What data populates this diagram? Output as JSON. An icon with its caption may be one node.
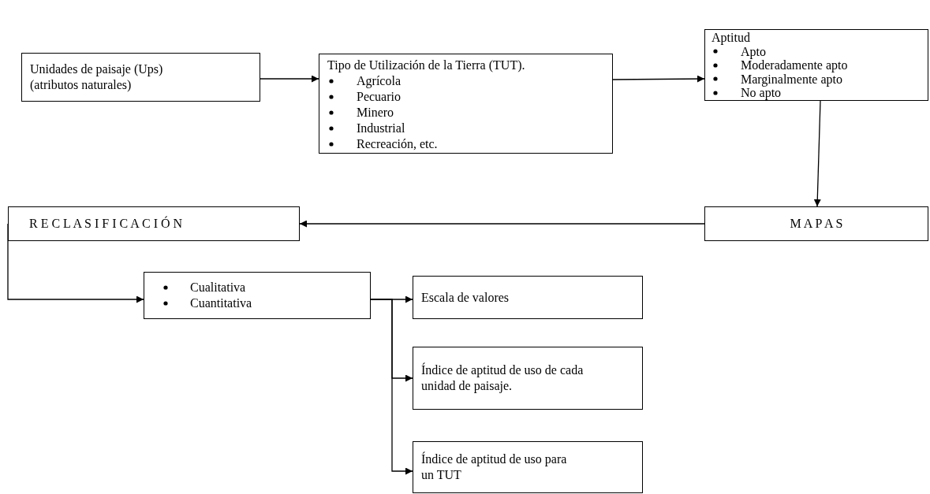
{
  "diagram": {
    "nodes": [
      {
        "text": [
          "Unidades de paisaje (Ups) (atributos naturales)"
        ]
      },
      {
        "text": [
          "Tipo de Utilización de la Tierra (TUT).",
          "Agrícola",
          "Pecuario",
          "Minero",
          "Industrial",
          "Recreación, etc."
        ]
      },
      {
        "text": [
          "Aptitud",
          "Apto",
          "Moderadamente apto",
          "Marginalmente apto",
          "No apto"
        ]
      },
      {
        "text": [
          "M A P A S"
        ]
      },
      {
        "text": [
          "R E C L A S I F I C A C I Ó N"
        ]
      },
      {
        "text": [
          "Cualitativa",
          "Cuantitativa"
        ]
      },
      {
        "text": [
          "Escala de valores"
        ]
      },
      {
        "text": [
          "Índice de aptitud de uso de cada unidad de paisaje."
        ]
      },
      {
        "text": [
          "Índice de aptitud de uso para un TUT"
        ]
      }
    ],
    "edges": [
      {
        "from": 0,
        "to": 1,
        "arrow": "to"
      },
      {
        "from": 1,
        "to": 2,
        "arrow": "to"
      },
      {
        "from": 2,
        "to": 3,
        "arrow": "to"
      },
      {
        "from": 3,
        "to": 4,
        "arrow": "to"
      },
      {
        "from": 4,
        "to": 5,
        "arrow": "to"
      },
      {
        "from": 5,
        "to": 6,
        "arrow": "to"
      },
      {
        "from": 5,
        "to": 7,
        "arrow": "to"
      },
      {
        "from": 5,
        "to": 8,
        "arrow": "to"
      }
    ]
  }
}
